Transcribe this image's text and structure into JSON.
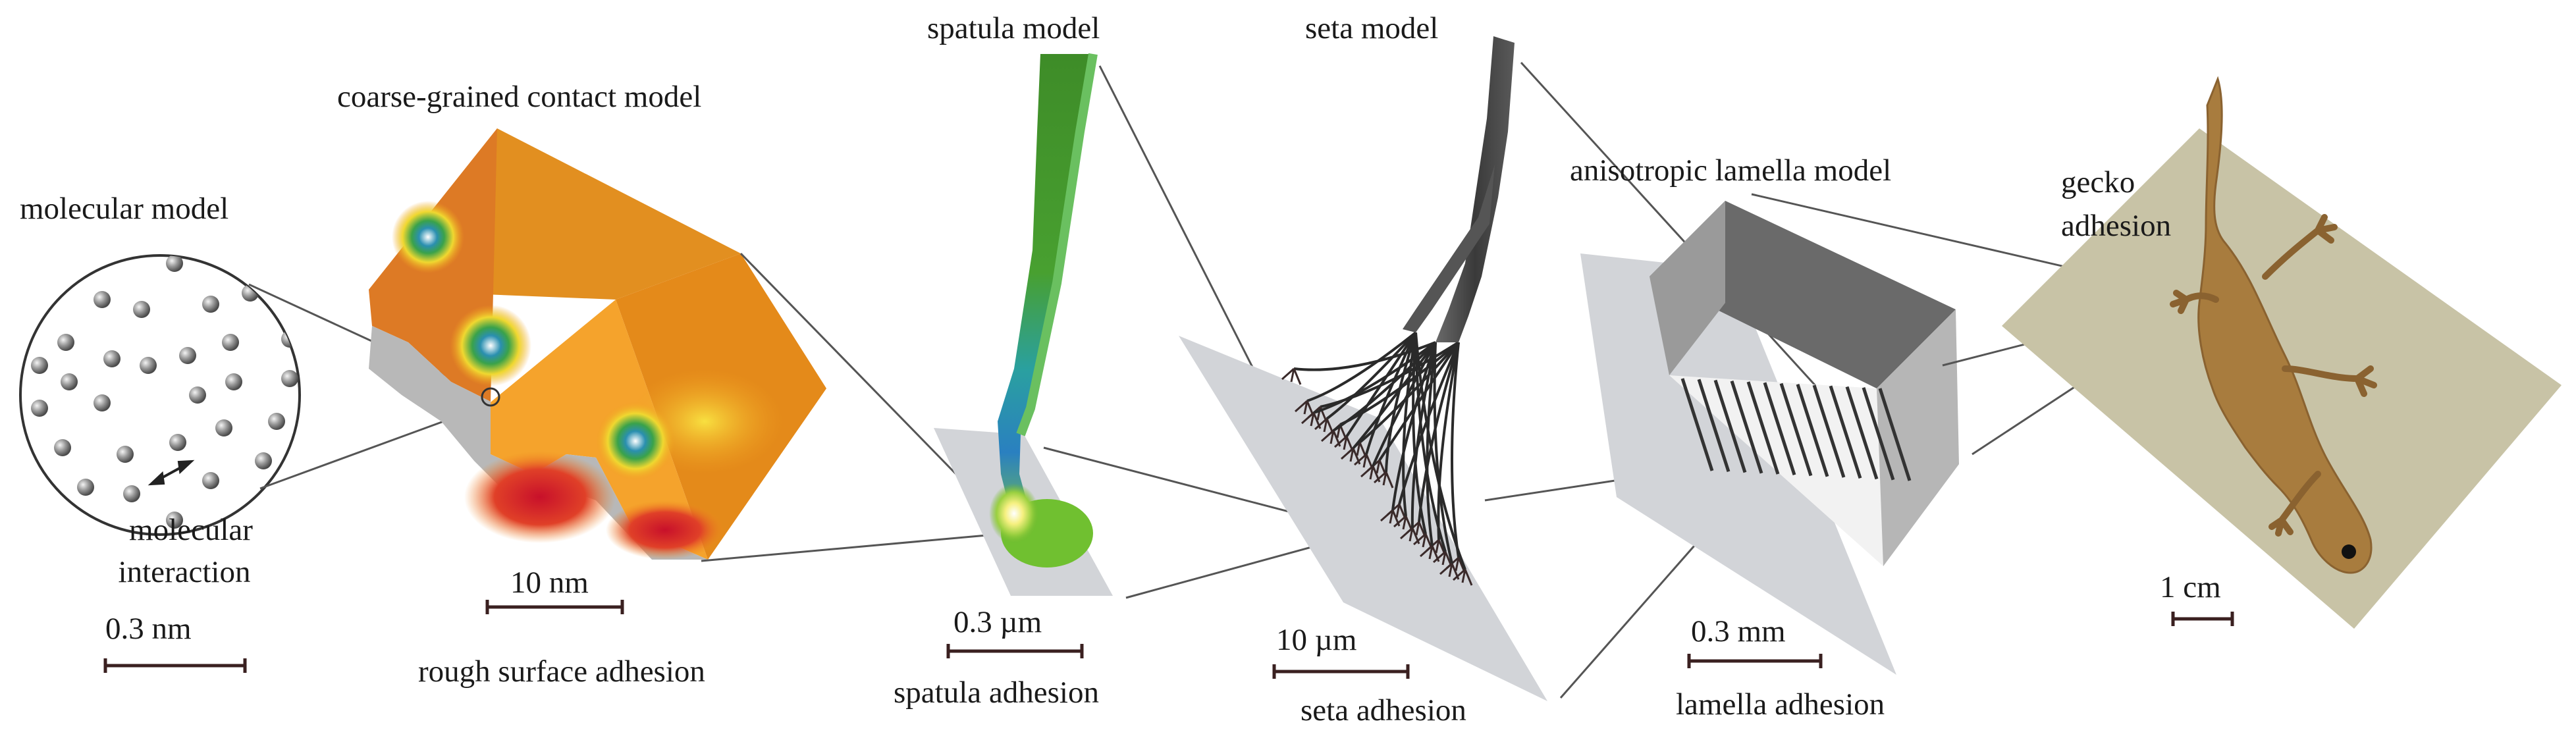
{
  "labels": {
    "molecular_model": "molecular model",
    "molecular_interaction_1": "molecular",
    "molecular_interaction_2": "interaction",
    "coarse_grained": "coarse-grained contact model",
    "rough_surface": "rough surface adhesion",
    "spatula_model": "spatula model",
    "spatula_adhesion": "spatula adhesion",
    "seta_model": "seta model",
    "seta_adhesion": "seta adhesion",
    "lamella_model": "anisotropic lamella model",
    "lamella_adhesion": "lamella adhesion",
    "gecko_1": "gecko",
    "gecko_2": "adhesion"
  },
  "scales": {
    "molecular": "0.3 nm",
    "coarse": "10 nm",
    "spatula": "0.3 µm",
    "seta": "10 µm",
    "lamella": "0.3 mm",
    "gecko": "1 cm"
  },
  "colors": {
    "plane": "#d2d4d8",
    "orange": "#e8901c",
    "green": "#3e8c28",
    "seta": "#4a4a4a",
    "gecko_bg": "#c8c3a6",
    "gecko_body": "#a87c3e"
  }
}
